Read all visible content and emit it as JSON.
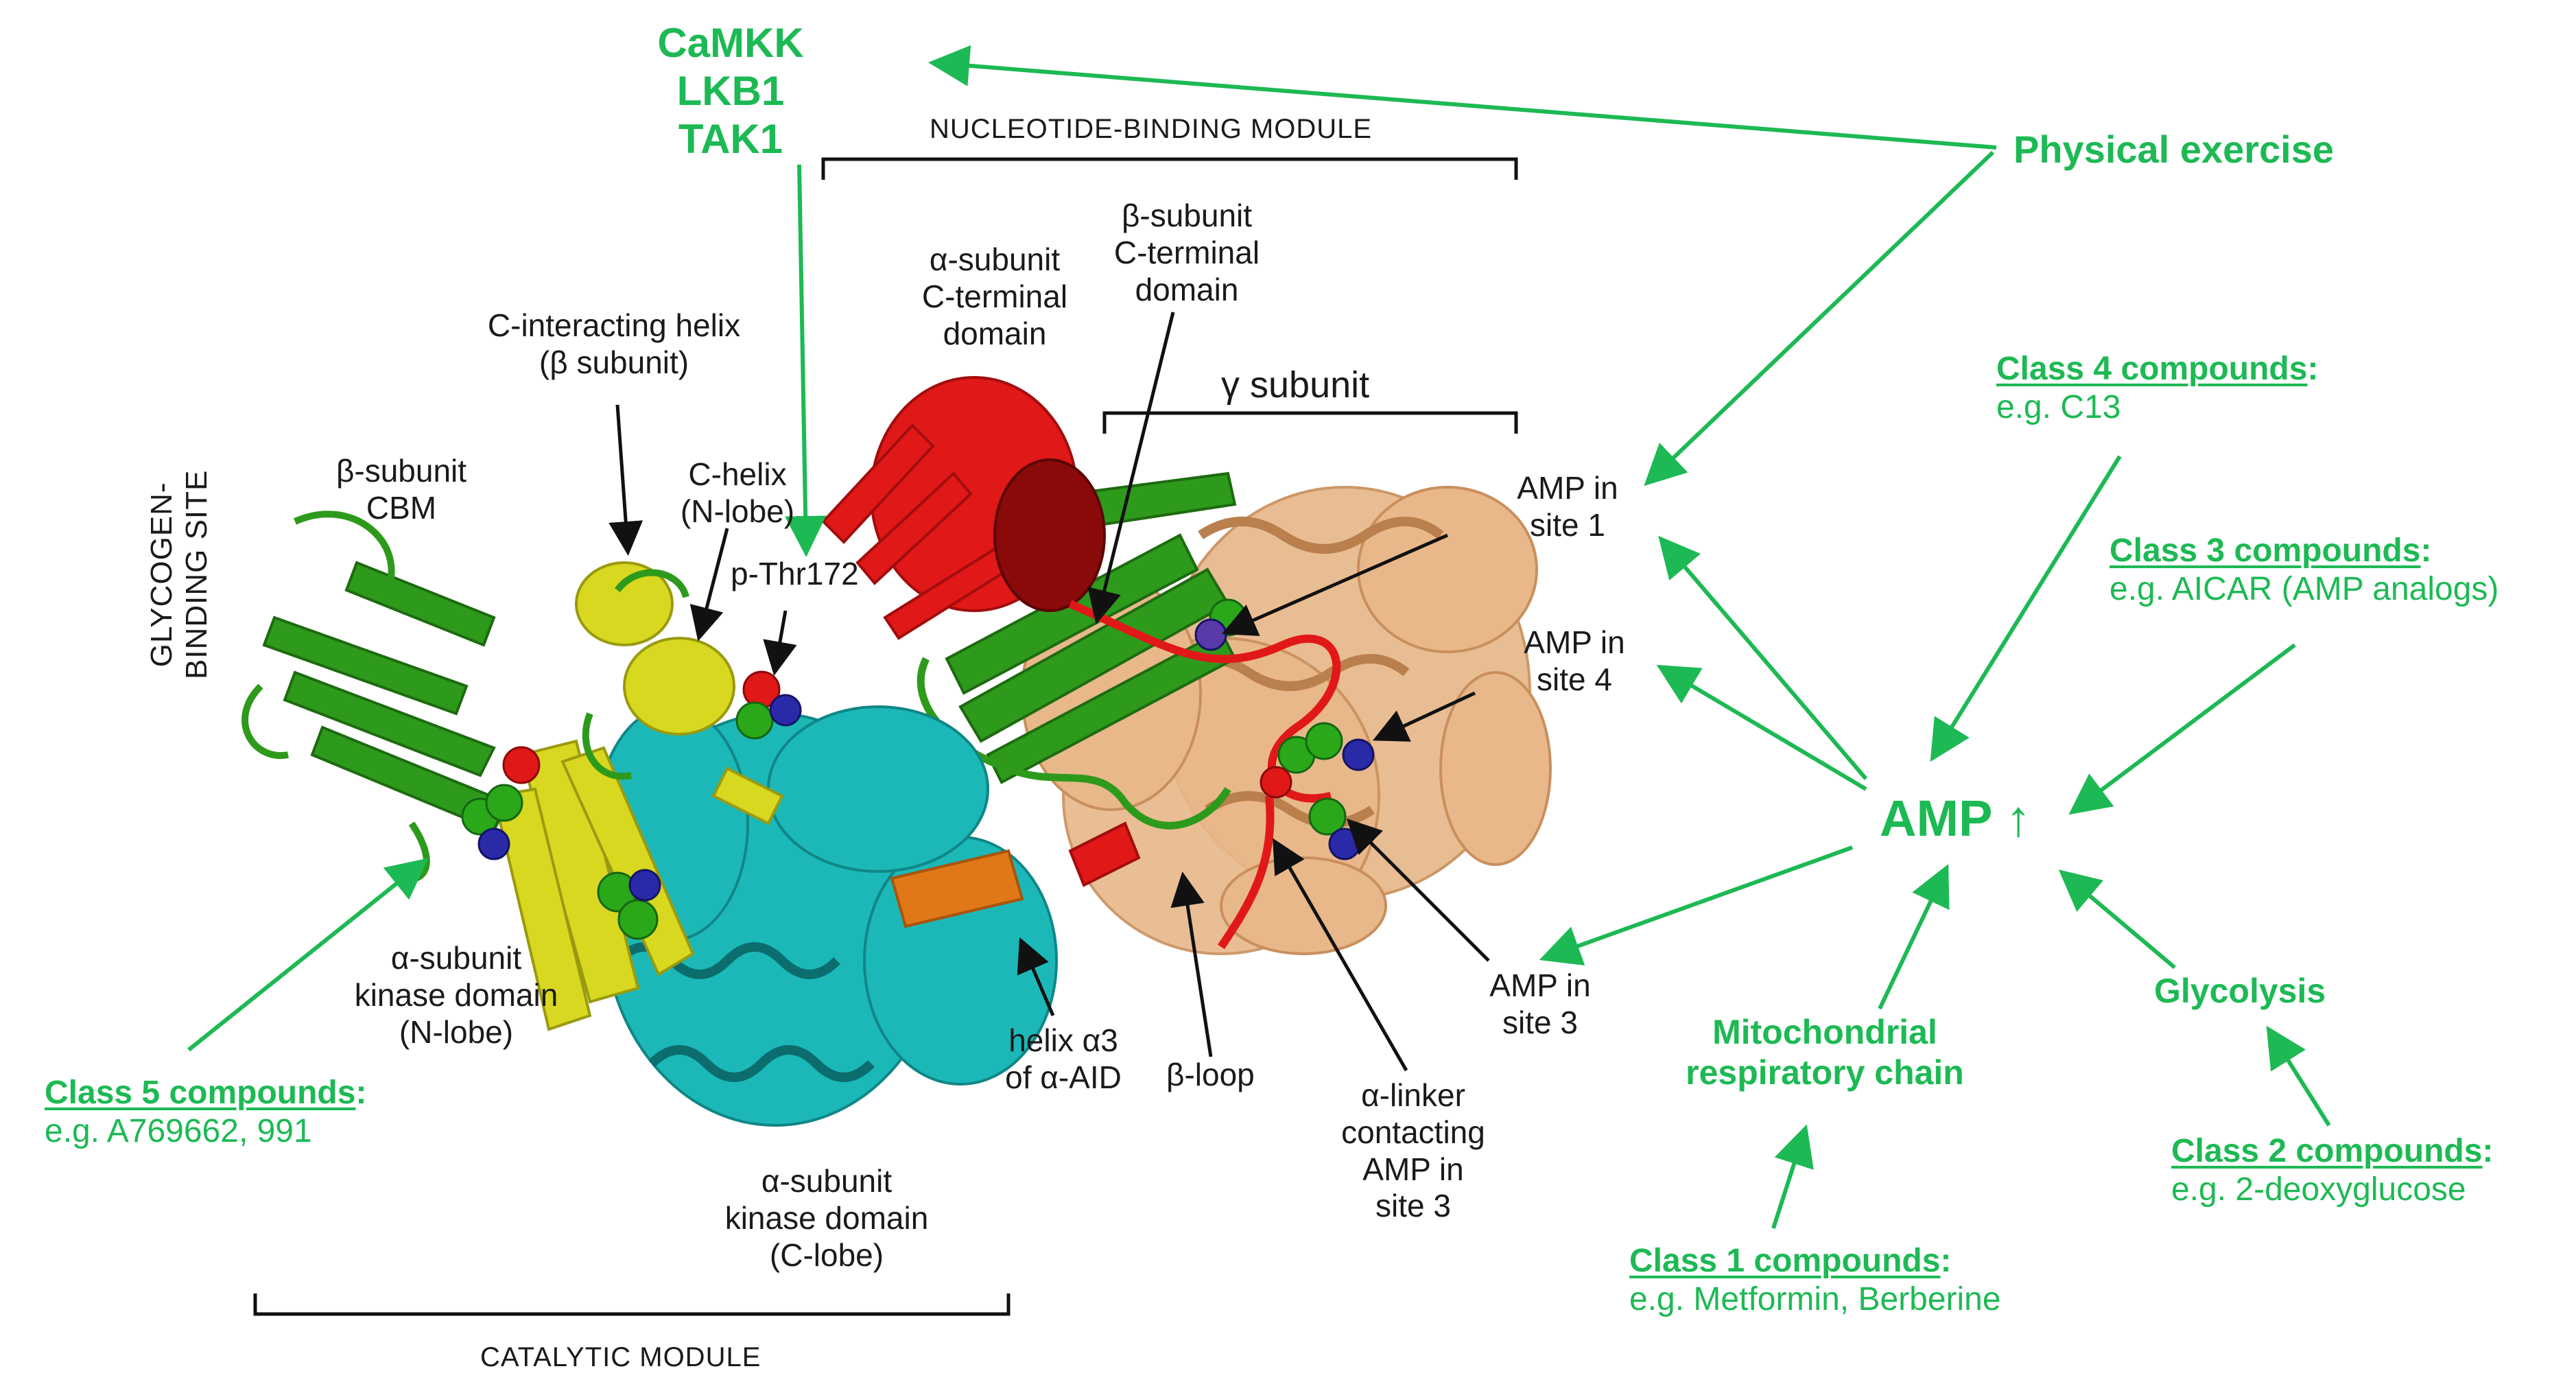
{
  "colors": {
    "accent_green": "#1db954",
    "label_black": "#1a1a1a",
    "gamma_subunit": "#e8b88a",
    "alpha_c_terminal": "#e01818",
    "beta_cbm": "#2e9a1c",
    "alpha_n_lobe": "#d8d820",
    "alpha_c_lobe": "#1cb8b8",
    "helix_alpha3": "#e07818"
  },
  "upstream_kinases": [
    "CaMKK",
    "LKB1",
    "TAK1"
  ],
  "modules": {
    "nucleotide_binding": "NUCLEOTIDE-BINDING MODULE",
    "catalytic": "CATALYTIC MODULE",
    "glycogen_site": [
      "GLYCOGEN-",
      "BINDING SITE"
    ]
  },
  "structure_labels": {
    "alpha_c_terminal": [
      "α-subunit",
      "C-terminal",
      "domain"
    ],
    "beta_c_terminal": [
      "β-subunit",
      "C-terminal",
      "domain"
    ],
    "gamma": "γ subunit",
    "c_interacting_helix": [
      "C-interacting helix",
      "(β subunit)"
    ],
    "beta_cbm": [
      "β-subunit",
      "CBM"
    ],
    "c_helix": [
      "C-helix",
      "(N-lobe)"
    ],
    "p_thr172": "p-Thr172",
    "amp_site1": [
      "AMP in",
      "site 1"
    ],
    "amp_site4": [
      "AMP in",
      "site 4"
    ],
    "amp_site3": [
      "AMP in",
      "site 3"
    ],
    "alpha_kinase_n": [
      "α-subunit",
      "kinase domain",
      "(N-lobe)"
    ],
    "alpha_kinase_c": [
      "α-subunit",
      "kinase domain",
      "(C-lobe)"
    ],
    "helix_a3": [
      "helix α3",
      "of α-AID"
    ],
    "beta_loop": "β-loop",
    "alpha_linker": [
      "α-linker",
      "contacting",
      "AMP in",
      "site 3"
    ]
  },
  "activators": {
    "physical_exercise": "Physical exercise",
    "amp_up": "AMP ↑",
    "mito": [
      "Mitochondrial",
      "respiratory chain"
    ],
    "glycolysis": "Glycolysis"
  },
  "compound_classes": {
    "class1": {
      "title": "Class 1 compounds",
      "example": "e.g. Metformin, Berberine"
    },
    "class2": {
      "title": "Class 2 compounds",
      "example": "e.g. 2-deoxyglucose"
    },
    "class3": {
      "title": "Class 3 compounds",
      "example": "e.g. AICAR (AMP analogs)"
    },
    "class4": {
      "title": "Class 4 compounds",
      "example": "e.g. C13"
    },
    "class5": {
      "title": "Class 5 compounds",
      "example": "e.g. A769662, 991"
    },
    "colon": ":"
  }
}
